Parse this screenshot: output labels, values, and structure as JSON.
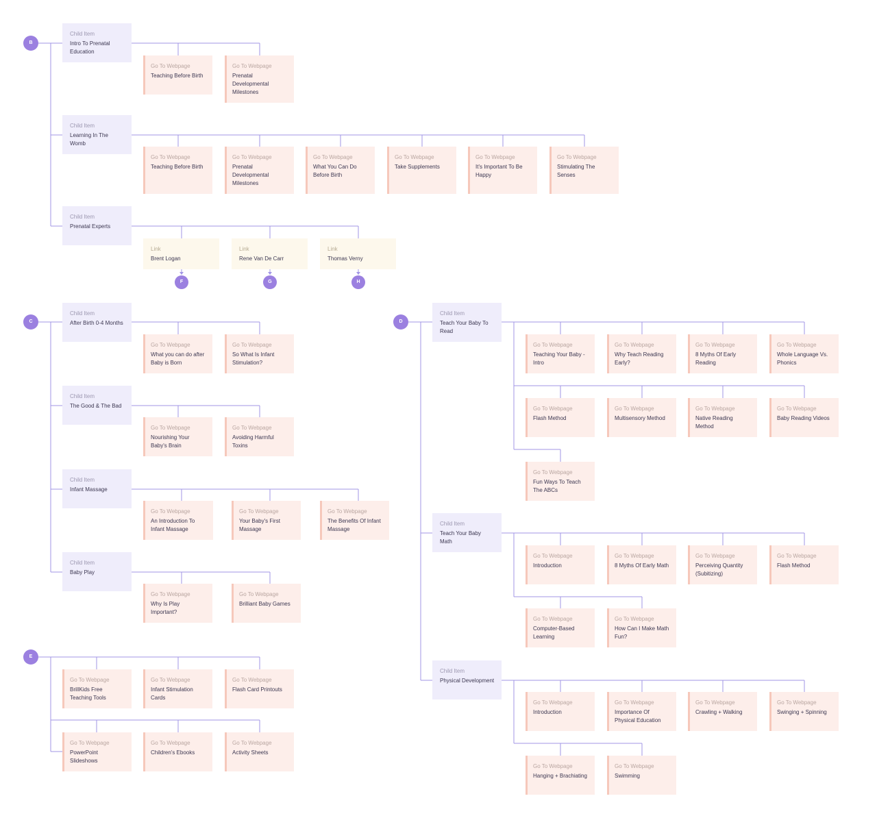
{
  "colors": {
    "line": "#a196e6",
    "arrow": "#a196e6",
    "badge": "#9b80e0",
    "child_bg": "#efedfb",
    "page_bg": "#fdeeea",
    "page_bar": "#f6c8bb",
    "link_bg": "#fdf8ec"
  },
  "badges": {
    "b": "B",
    "c": "C",
    "d": "D",
    "e": "E",
    "f": "F",
    "g": "G",
    "h": "H"
  },
  "kinds": {
    "child": "Child Item",
    "page": "Go To Webpage",
    "link": "Link"
  },
  "children": {
    "intro_prenatal": "Intro To Prenatal Education",
    "learning_womb": "Learning In The Womb",
    "prenatal_experts": "Prenatal Experts",
    "after_birth": "After Birth 0-4 Months",
    "good_bad": "The Good & The Bad",
    "infant_massage": "Infant Massage",
    "baby_play": "Baby Play",
    "teach_read": "Teach Your Baby To Read",
    "teach_math": "Teach Your Baby Math",
    "physical": "Physical Development"
  },
  "pages": {
    "teaching_before_birth_1": "Teaching Before Birth",
    "prenatal_milestones_1": "Prenatal Developmental Milestones",
    "teaching_before_birth_2": "Teaching Before Birth",
    "prenatal_milestones_2": "Prenatal Developmental Milestones",
    "what_you_can_do": "What You Can Do Before Birth",
    "take_supplements": "Take Supplements",
    "important_happy": "It's Important To Be Happy",
    "stimulating_senses": "Stimulating The Senses",
    "what_after_born": "What you can do after Baby is Born",
    "infant_stimulation": "So What Is Infant Stimulation?",
    "nourishing": "Nourishing Your Baby's Brain",
    "avoiding_toxins": "Avoiding Harmful Toxins",
    "intro_massage": "An Introduction To Infant Massage",
    "first_massage": "Your Baby's First Massage",
    "benefits_massage": "The Benefits Of Infant Massage",
    "why_play": "Why Is Play Important?",
    "brilliant_games": "Brilliant Baby Games",
    "reading_intro": "Teaching Your Baby - Intro",
    "why_reading_early": "Why Teach Reading Early?",
    "myths_reading": "8 Myths Of Early Reading",
    "whole_language": "Whole Language Vs. Phonics",
    "flash_method_r": "Flash Method",
    "multisensory": "Multisensory Method",
    "native_reading": "Native Reading Method",
    "baby_reading_videos": "Baby Reading Videos",
    "fun_abcs": "Fun Ways To Teach The ABCs",
    "math_intro": "Introduction",
    "myths_math": "8 Myths Of Early Math",
    "perceiving_quantity": "Perceiving Quantity (Subitizing)",
    "flash_method_m": "Flash Method",
    "computer_learning": "Computer-Based Learning",
    "math_fun": "How Can I Make Math Fun?",
    "phys_intro": "Introduction",
    "importance_phys": "Importance Of Physical Education",
    "crawling": "Crawling + Walking",
    "swinging": "Swinging + Spinning",
    "hanging": "Hanging + Brachiating",
    "swimming": "Swimming",
    "brillkids_tools": "BrillKids Free Teaching Tools",
    "stimulation_cards": "Infant Stimulation Cards",
    "flash_printouts": "Flash Card Printouts",
    "powerpoint": "PowerPoint Slideshows",
    "ebooks": "Children's Ebooks",
    "activity_sheets": "Activity Sheets"
  },
  "links": {
    "brent": "Brent Logan",
    "rene": "Rene Van De Carr",
    "thomas": "Thomas Verny"
  }
}
